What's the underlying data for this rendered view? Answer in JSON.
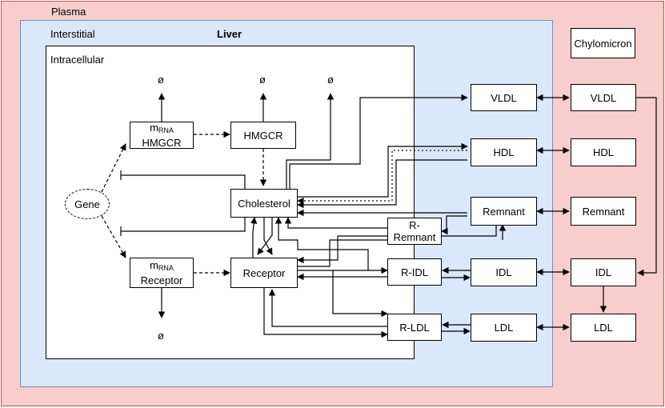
{
  "compartments": {
    "plasma": "Plasma",
    "interstitial": "Interstitial",
    "liver": "Liver",
    "intracellular": "Intracellular"
  },
  "nodes": {
    "gene": "Gene",
    "m_prefix": "m",
    "m_sub": "RNA",
    "mrna_hmgcr": "HMGCR",
    "mrna_receptor": "Receptor",
    "hmgcr": "HMGCR",
    "cholesterol": "Cholesterol",
    "receptor": "Receptor",
    "r_remnant": "R-Remnant",
    "r_idl": "R-IDL",
    "r_ldl": "R-LDL",
    "vldl_int": "VLDL",
    "hdl_int": "HDL",
    "remnant_int": "Remnant",
    "idl_int": "IDL",
    "ldl_int": "LDL",
    "chylomicron": "Chylomicron",
    "vldl_pl": "VLDL",
    "hdl_pl": "HDL",
    "remnant_pl": "Remnant",
    "idl_pl": "IDL",
    "ldl_pl": "LDL",
    "degradation": "ø"
  }
}
